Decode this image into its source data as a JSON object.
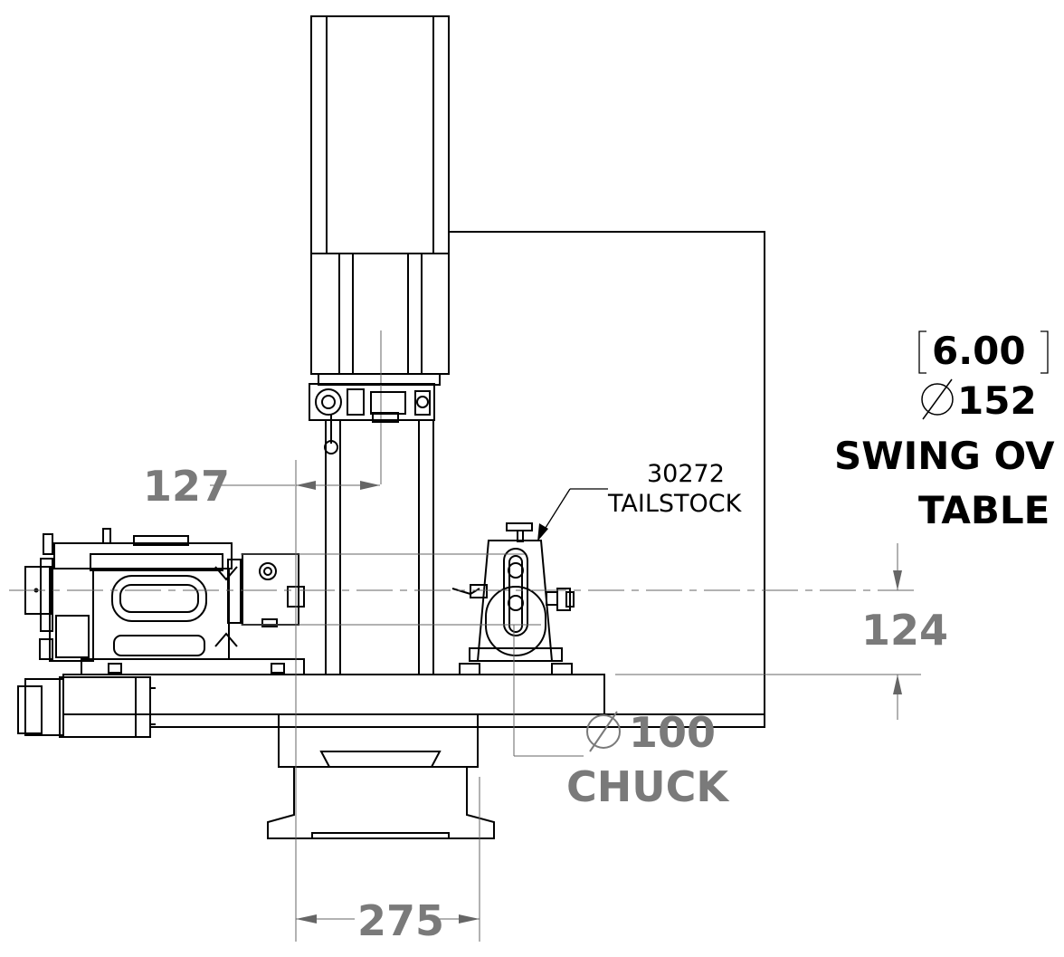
{
  "dimensions": {
    "spindle_offset": "127",
    "center_height": "124",
    "base_width": "275",
    "chuck_diameter": "100",
    "chuck_label": "CHUCK",
    "diameter_symbol": "⌀"
  },
  "callout": {
    "part_number": "30272",
    "part_name": "TAILSTOCK"
  },
  "swing_note": {
    "reference_value": "6.00",
    "diameter": "152",
    "line1": "SWING OV",
    "line2": "TABLE"
  },
  "colors": {
    "line": "#000000",
    "dimension_text": "#7a7a7a",
    "dimension_line": "#666666",
    "background": "#ffffff"
  }
}
